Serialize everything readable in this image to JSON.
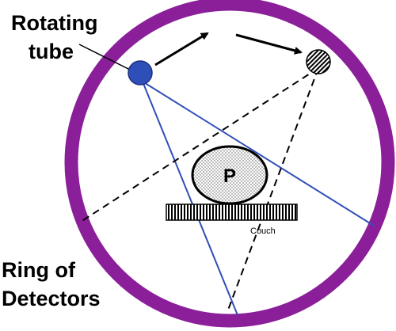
{
  "labels": {
    "rotating_tube_line1": "Rotating",
    "rotating_tube_line2": "tube",
    "ring_line1": "Ring of",
    "ring_line2": "Detectors",
    "patient": "P",
    "couch": "Couch"
  },
  "colors": {
    "ring": "#8b1f9a",
    "tube": "#2f4fb8",
    "beam": "#2f4fb8",
    "dashed_beam": "#000000",
    "background": "#ffffff"
  },
  "icons": {
    "tube_current": "blue-circle-icon",
    "tube_next": "hatched-circle-icon",
    "rotation_arrow": "arrow-right-icon"
  }
}
